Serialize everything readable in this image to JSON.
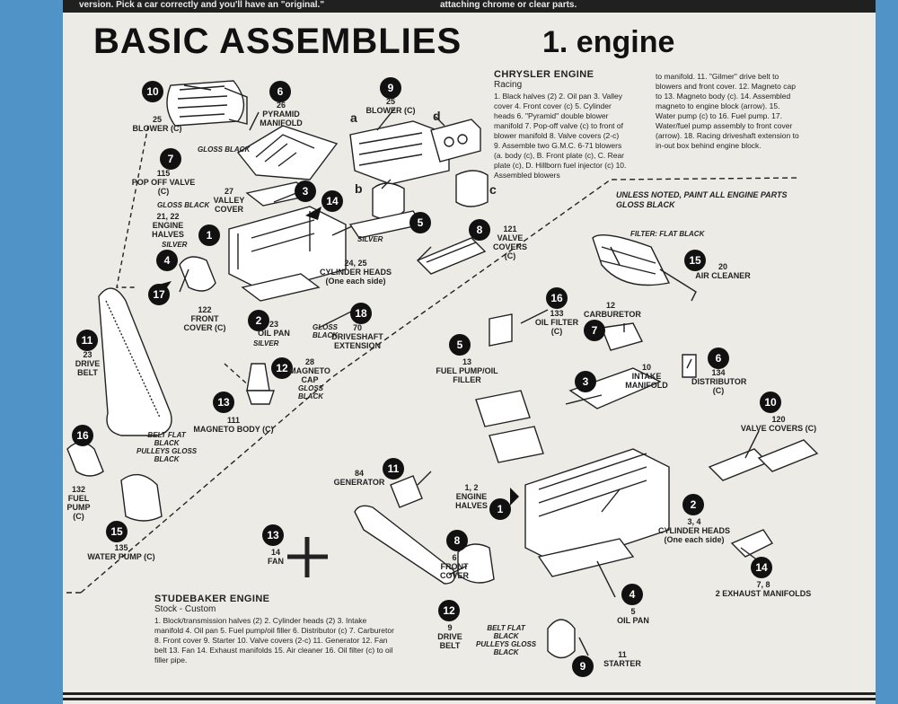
{
  "top_cut_left": "version. Pick a car correctly and you'll have an \"original.\"",
  "top_cut_right": "attaching chrome or clear parts.",
  "title": "BASIC ASSEMBLIES",
  "subtitle": "1. engine",
  "chrysler": {
    "heading": "CHRYSLER ENGINE",
    "subheading": "Racing",
    "col1": "1. Black halves (2) 2. Oil pan 3. Valley cover 4. Front cover (c) 5. Cylinder heads 6. \"Pyramid\" double blower manifold 7. Pop-off valve (c) to front of blower manifold 8. Valve covers (2-c) 9. Assemble two G.M.C. 6-71 blowers (a. body (c), B. Front plate (c), C. Rear plate (c), D. Hillborn fuel injector (c) 10. Assembled blowers",
    "col2": "to manifold. 11. \"Gilmer\" drive belt to blowers and front cover. 12. Magneto cap to 13. Magneto body (c). 14. Assembled magneto to engine block (arrow). 15. Water pump (c) to 16. Fuel pump. 17. Water/fuel pump assembly to front cover (arrow). 18. Racing driveshaft extension to in-out box behind engine block."
  },
  "studebaker": {
    "heading": "STUDEBAKER ENGINE",
    "subheading": "Stock - Custom",
    "body": "1. Block/transmission halves (2) 2. Cylinder heads (2) 3. Intake manifold 4. Oil pan 5. Fuel pump/oil filler 6. Distributor (c) 7. Carburetor 8. Front cover 9. Starter 10. Valve covers (2-c) 11. Generator 12. Fan belt 13. Fan 14. Exhaust manifolds 15. Air cleaner 16. Oil filter (c) to oil filler pipe."
  },
  "note": "UNLESS NOTED, PAINT ALL ENGINE PARTS GLOSS BLACK",
  "chrysler_parts": [
    {
      "n": "10",
      "label": "25\nBLOWER (C)"
    },
    {
      "n": "6",
      "label": "26\nPYRAMID\nMANIFOLD"
    },
    {
      "n": "9",
      "label": "25\nBLOWER (C)"
    },
    {
      "n": "7",
      "label": "115\nPOP OFF VALVE\n(C)"
    },
    {
      "n": "3",
      "label": "27\nVALLEY\nCOVER"
    },
    {
      "n": "14",
      "label": ""
    },
    {
      "n": "1",
      "label": "21, 22\nENGINE HALVES"
    },
    {
      "n": "5",
      "label": "24, 25\nCYLINDER HEADS\n(One each side)"
    },
    {
      "n": "8",
      "label": "121\nVALVE\nCOVERS (C)"
    },
    {
      "n": "4",
      "label": ""
    },
    {
      "n": "17",
      "label": "122\nFRONT\nCOVER (C)"
    },
    {
      "n": "2",
      "label": "23\nOIL PAN"
    },
    {
      "n": "18",
      "label": "70\nDRIVESHAFT\nEXTENSION"
    },
    {
      "n": "11",
      "label": "23\nDRIVE\nBELT"
    },
    {
      "n": "12",
      "label": "28\nMAGNETO\nCAP"
    },
    {
      "n": "13",
      "label": "111\nMAGNETO BODY (C)"
    },
    {
      "n": "16",
      "label": "132\nFUEL\nPUMP (C)"
    },
    {
      "n": "15",
      "label": "135\nWATER PUMP (C)"
    }
  ],
  "studebaker_parts": [
    {
      "n": "15",
      "label": "20\nAIR CLEANER"
    },
    {
      "n": "16",
      "label": "133\nOIL FILTER\n(C)"
    },
    {
      "n": "7",
      "label": "12\nCARBURETOR"
    },
    {
      "n": "5",
      "label": "13\nFUEL PUMP/OIL\nFILLER"
    },
    {
      "n": "6",
      "label": "134\nDISTRIBUTOR\n(C)"
    },
    {
      "n": "3",
      "label": "10\nINTAKE\nMANIFOLD"
    },
    {
      "n": "10",
      "label": "120\nVALVE COVERS (C)"
    },
    {
      "n": "11",
      "label": "84\nGENERATOR"
    },
    {
      "n": "1",
      "label": "1, 2\nENGINE\nHALVES"
    },
    {
      "n": "2",
      "label": "3, 4\nCYLINDER HEADS\n(One each side)"
    },
    {
      "n": "13",
      "label": "14\nFAN"
    },
    {
      "n": "8",
      "label": "6\nFRONT\nCOVER"
    },
    {
      "n": "14",
      "label": "7, 8\n2 EXHAUST MANIFOLDS"
    },
    {
      "n": "4",
      "label": "5\nOIL PAN"
    },
    {
      "n": "12",
      "label": "9\nDRIVE\nBELT"
    },
    {
      "n": "9",
      "label": "11\nSTARTER"
    }
  ],
  "paint_notes": {
    "gloss_black_1": "GLOSS BLACK",
    "gloss_black_2": "GLOSS BLACK",
    "silver_1": "SILVER",
    "silver_2": "SILVER",
    "silver_3": "SILVER",
    "gloss_black_3": "GLOSS\nBLACK",
    "gloss_black_4": "GLOSS\nBLACK",
    "belt_note": "BELT FLAT\nBLACK\nPULLEYS GLOSS\nBLACK",
    "filter_note": "FILTER: FLAT BLACK",
    "belt_note_2": "BELT FLAT\nBLACK\nPULLEYS GLOSS\nBLACK"
  },
  "letters": {
    "a": "a",
    "b": "b",
    "c": "c",
    "d": "d"
  }
}
